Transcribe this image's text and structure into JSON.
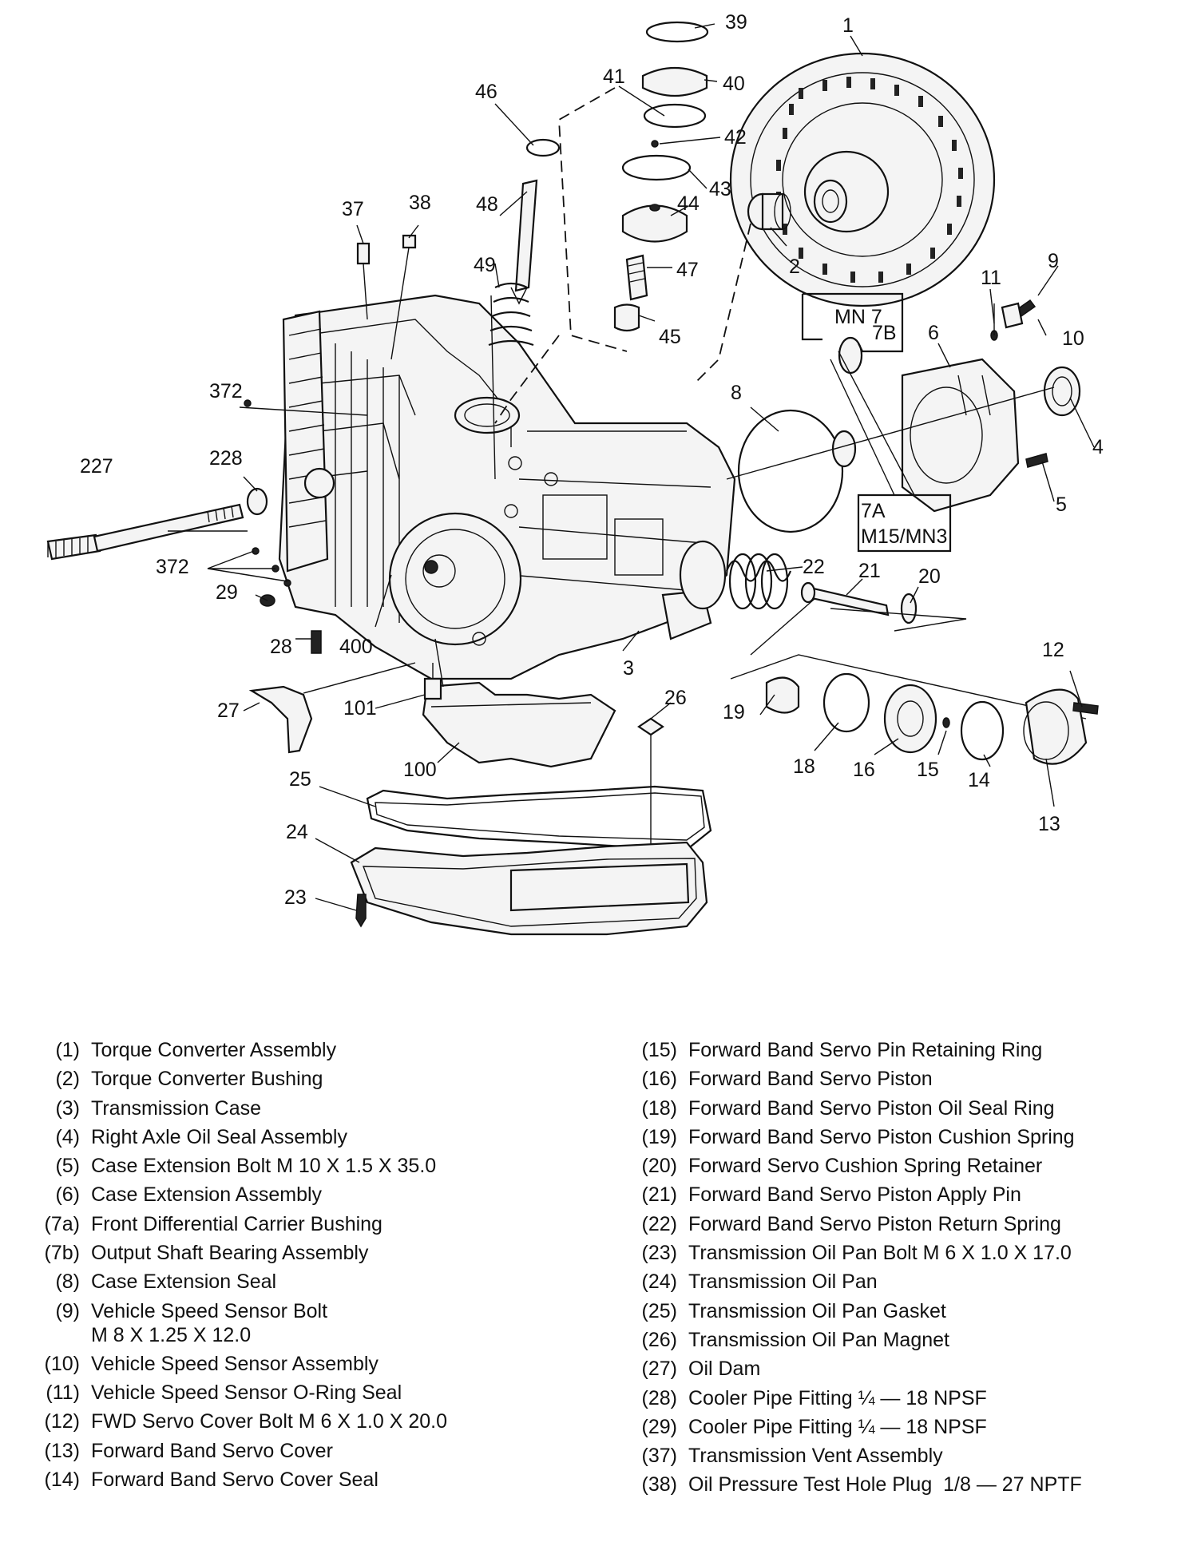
{
  "callouts": [
    "39",
    "1",
    "40",
    "46",
    "41",
    "42",
    "43",
    "44",
    "37",
    "38",
    "48",
    "2",
    "47",
    "49",
    "9",
    "11",
    "10",
    "45",
    "MN 7",
    "7B",
    "6",
    "372",
    "8",
    "4",
    "228",
    "227",
    "5",
    "7A",
    "M15/MN3",
    "372",
    "22",
    "21",
    "20",
    "29",
    "28",
    "400",
    "3",
    "12",
    "27",
    "101",
    "26",
    "19",
    "100",
    "18",
    "16",
    "15",
    "14",
    "13",
    "25",
    "24",
    "23"
  ],
  "legend": {
    "left": [
      {
        "num": "(1)",
        "desc": "Torque Converter Assembly"
      },
      {
        "num": "(2)",
        "desc": "Torque Converter Bushing"
      },
      {
        "num": "(3)",
        "desc": "Transmission Case"
      },
      {
        "num": "(4)",
        "desc": "Right Axle Oil Seal Assembly"
      },
      {
        "num": "(5)",
        "desc": "Case Extension Bolt M 10 X 1.5 X 35.0"
      },
      {
        "num": "(6)",
        "desc": "Case Extension Assembly"
      },
      {
        "num": "(7a)",
        "desc": "Front Differential Carrier Bushing"
      },
      {
        "num": "(7b)",
        "desc": "Output Shaft Bearing Assembly"
      },
      {
        "num": "(8)",
        "desc": "Case Extension Seal"
      },
      {
        "num": "(9)",
        "desc": "Vehicle Speed Sensor Bolt\nM 8 X 1.25 X 12.0"
      },
      {
        "num": "(10)",
        "desc": "Vehicle Speed Sensor Assembly"
      },
      {
        "num": "(11)",
        "desc": "Vehicle Speed Sensor O-Ring Seal"
      },
      {
        "num": "(12)",
        "desc": "FWD Servo Cover Bolt M 6 X 1.0 X 20.0"
      },
      {
        "num": "(13)",
        "desc": "Forward Band Servo Cover"
      },
      {
        "num": "(14)",
        "desc": "Forward Band Servo Cover Seal"
      }
    ],
    "right": [
      {
        "num": "(15)",
        "desc": "Forward Band Servo Pin Retaining Ring"
      },
      {
        "num": "(16)",
        "desc": "Forward Band Servo Piston"
      },
      {
        "num": "(18)",
        "desc": "Forward Band Servo Piston Oil Seal Ring"
      },
      {
        "num": "(19)",
        "desc": "Forward Band Servo Piston Cushion Spring"
      },
      {
        "num": "(20)",
        "desc": "Forward Servo Cushion Spring Retainer"
      },
      {
        "num": "(21)",
        "desc": "Forward Band Servo Piston Apply Pin"
      },
      {
        "num": "(22)",
        "desc": "Forward Band Servo Piston Return Spring"
      },
      {
        "num": "(23)",
        "desc": "Transmission Oil Pan Bolt M 6 X 1.0 X 17.0"
      },
      {
        "num": "(24)",
        "desc": "Transmission Oil Pan"
      },
      {
        "num": "(25)",
        "desc": "Transmission Oil Pan Gasket"
      },
      {
        "num": "(26)",
        "desc": "Transmission Oil Pan Magnet"
      },
      {
        "num": "(27)",
        "desc": "Oil Dam"
      },
      {
        "num": "(28)",
        "desc": "Cooler Pipe Fitting ¼ — 18 NPSF"
      },
      {
        "num": "(29)",
        "desc": "Cooler Pipe Fitting ¼ — 18 NPSF"
      },
      {
        "num": "(37)",
        "desc": "Transmission Vent Assembly"
      },
      {
        "num": "(38)",
        "desc": "Oil Pressure Test Hole Plug  1/8 — 27 NPTF"
      }
    ]
  }
}
